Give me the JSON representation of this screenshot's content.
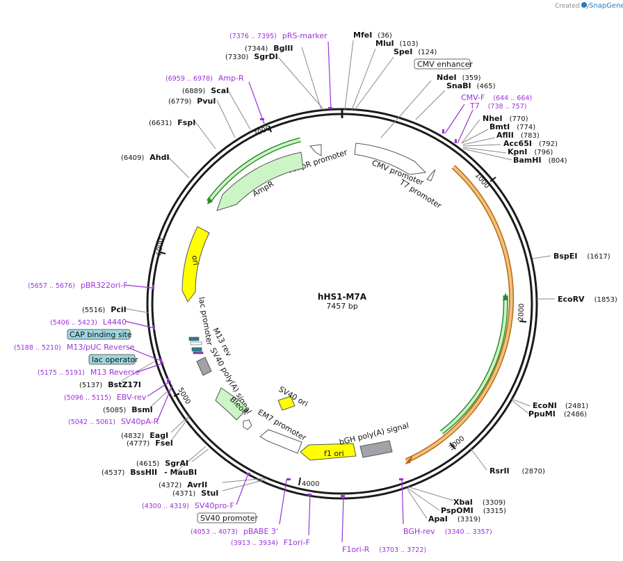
{
  "header": {
    "created_by": "Created by",
    "brand": "SnapGene"
  },
  "plasmid": {
    "name": "hHS1-M7A",
    "size_label": "7457 bp"
  },
  "ticks": [
    "1000",
    "2000",
    "3000",
    "4000",
    "5000",
    "6000",
    "7000"
  ],
  "enzymes": {
    "mfei": {
      "name": "MfeI",
      "pos": "(36)"
    },
    "mlui": {
      "name": "MluI",
      "pos": "(103)"
    },
    "spei": {
      "name": "SpeI",
      "pos": "(124)"
    },
    "ndei": {
      "name": "NdeI",
      "pos": "(359)"
    },
    "snabi": {
      "name": "SnaBI",
      "pos": "(465)"
    },
    "nhei": {
      "name": "NheI",
      "pos": "(770)"
    },
    "bmti": {
      "name": "BmtI",
      "pos": "(774)"
    },
    "aflii": {
      "name": "AflII",
      "pos": "(783)"
    },
    "acc65i": {
      "name": "Acc65I",
      "pos": "(792)"
    },
    "kpni": {
      "name": "KpnI",
      "pos": "(796)"
    },
    "bamhi": {
      "name": "BamHI",
      "pos": "(804)"
    },
    "bspei": {
      "name": "BspEI",
      "pos": "(1617)"
    },
    "ecorv": {
      "name": "EcoRV",
      "pos": "(1853)"
    },
    "econi": {
      "name": "EcoNI",
      "pos": "(2481)"
    },
    "ppumi": {
      "name": "PpuMI",
      "pos": "(2486)"
    },
    "rsrii": {
      "name": "RsrII",
      "pos": "(2870)"
    },
    "xbai": {
      "name": "XbaI",
      "pos": "(3309)"
    },
    "pspomi": {
      "name": "PspOMI",
      "pos": "(3315)"
    },
    "apai": {
      "name": "ApaI",
      "pos": "(3319)"
    },
    "stui": {
      "name": "StuI",
      "pos": "(4371)"
    },
    "avrii": {
      "name": "AvrII",
      "pos": "(4372)"
    },
    "bsshii": {
      "name": "BssHII",
      "pos": "(4537)"
    },
    "maubi": {
      "name": "- MauBI",
      "pos": ""
    },
    "sgrai": {
      "name": "SgrAI",
      "pos": "(4615)"
    },
    "fsei": {
      "name": "FseI",
      "pos": "(4777)"
    },
    "eagi": {
      "name": "EagI",
      "pos": "(4832)"
    },
    "bsmi": {
      "name": "BsmI",
      "pos": "(5085)"
    },
    "bstz17i": {
      "name": "BstZ17I",
      "pos": "(5137)"
    },
    "pcii": {
      "name": "PciI",
      "pos": "(5516)"
    },
    "ahdi": {
      "name": "AhdI",
      "pos": "(6409)"
    },
    "fspi": {
      "name": "FspI",
      "pos": "(6631)"
    },
    "pvui": {
      "name": "PvuI",
      "pos": "(6779)"
    },
    "scai": {
      "name": "ScaI",
      "pos": "(6889)"
    },
    "sgrdi": {
      "name": "SgrDI",
      "pos": "(7330)"
    },
    "bglii": {
      "name": "BglII",
      "pos": "(7344)"
    }
  },
  "primers": {
    "prs_marker": {
      "name": "pRS-marker",
      "pos": "(7376 .. 7395)"
    },
    "amp_r": {
      "name": "Amp-R",
      "pos": "(6959 .. 6978)"
    },
    "cmv_f": {
      "name": "CMV-F",
      "pos": "(644 .. 664)"
    },
    "t7": {
      "name": "T7",
      "pos": "(738 .. 757)"
    },
    "pbr322ori_f": {
      "name": "pBR322ori-F",
      "pos": "(5657 .. 5676)"
    },
    "l4440": {
      "name": "L4440",
      "pos": "(5406 .. 5423)"
    },
    "m13_puc_rev": {
      "name": "M13/pUC Reverse",
      "pos": "(5188 .. 5210)"
    },
    "m13_rev": {
      "name": "M13 Reverse",
      "pos": "(5175 .. 5191)"
    },
    "ebv_rev": {
      "name": "EBV-rev",
      "pos": "(5096 .. 5115)"
    },
    "sv40pa_r": {
      "name": "SV40pA-R",
      "pos": "(5042 .. 5061)"
    },
    "sv40pro_f": {
      "name": "SV40pro-F",
      "pos": "(4300 .. 4319)"
    },
    "pbabe3": {
      "name": "pBABE 3'",
      "pos": "(4053 .. 4073)"
    },
    "f1ori_f": {
      "name": "F1ori-F",
      "pos": "(3913 .. 3934)"
    },
    "f1ori_r": {
      "name": "F1ori-R",
      "pos": "(3703 .. 3722)"
    },
    "bgh_rev": {
      "name": "BGH-rev",
      "pos": "(3340 .. 3357)"
    }
  },
  "boxed_features": {
    "cmv_enhancer": "CMV enhancer",
    "cap_binding_site": "CAP binding site",
    "lac_operator": "lac operator",
    "sv40_promoter": "SV40 promoter"
  },
  "features": {
    "amp_r_promoter": "AmpR promoter",
    "amp_r": "AmpR",
    "cmv_promoter": "CMV promoter",
    "t7_promoter": "T7 promoter",
    "ori": "ori",
    "lac_promoter": "lac promoter",
    "m13_rev": "M13 rev",
    "sv40_polya": "SV40 poly(A) signal",
    "sv40_ori": "SV40 ori",
    "em7_promoter": "EM7 promoter",
    "bleo_r": "BleoR",
    "f1_ori": "f1 ori",
    "bgh_polya": "bGH poly(A) signal"
  },
  "colors": {
    "ring": "#1a1a1a",
    "primer": "#9b30d9",
    "feature_green": "#ccf5c5",
    "feature_yellow": "#ffff00",
    "feature_orange": "#f5a623",
    "feature_grey": "#a0a4a8",
    "feature_teal": "#2e7d9a",
    "box_cyan": "#9ed7e0"
  }
}
